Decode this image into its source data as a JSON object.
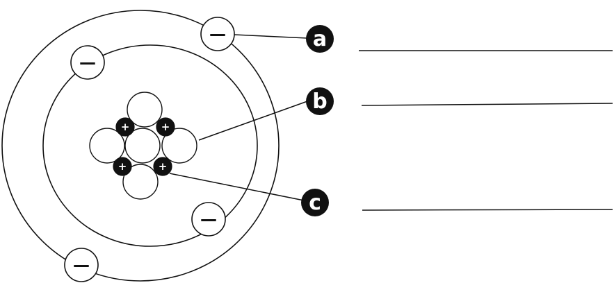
{
  "diagram": {
    "labels": [
      {
        "id": "a",
        "text": "a"
      },
      {
        "id": "b",
        "text": "b"
      },
      {
        "id": "c",
        "text": "c"
      }
    ],
    "electron_sign": "—",
    "proton_sign": "+",
    "colors": {
      "ink": "#111111",
      "background": "#ffffff"
    }
  }
}
